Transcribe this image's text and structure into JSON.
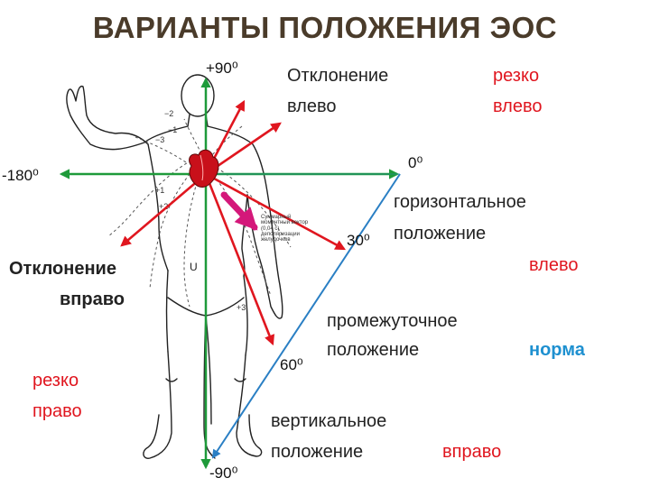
{
  "title": "ВАРИАНТЫ ПОЛОЖЕНИЯ ЭОС",
  "angles": {
    "plus90": "+90⁰",
    "zero": "0⁰",
    "minus180": "-180⁰",
    "plus30": "30⁰",
    "plus60": "60⁰",
    "minus90": "-90⁰"
  },
  "labels": {
    "left_deviation_l1": "Отклонение",
    "left_deviation_l2": "влево",
    "sharp_left_l1": "резко",
    "sharp_left_l2": "влево",
    "horizontal_l1": "горизонтальное",
    "horizontal_l2": "положение",
    "horizontal_tag": "влево",
    "right_deviation_l1": "Отклонение",
    "right_deviation_l2": "вправо",
    "sharp_right_l1": "резко",
    "sharp_right_l2": "право",
    "intermediate_l1": "промежуточное",
    "intermediate_l2": "положение",
    "intermediate_tag": "норма",
    "vertical_l1": "вертикальное",
    "vertical_l2": "положение",
    "vertical_tag": "вправо"
  },
  "figure_text": {
    "vector_l1": "Суммарный",
    "vector_l2": "моментный вектор",
    "vector_l3": "(0,04 с)",
    "vector_l4": "деполяризации",
    "vector_l5": "желудочков",
    "iso_minus2": "−2",
    "iso_minus1": "−1",
    "iso_minus3": "−3",
    "iso_plus1": "+1",
    "iso_plus2": "+2",
    "iso_plus3": "+3",
    "groin_mark": "U"
  },
  "colors": {
    "title": "#4a3b2a",
    "red": "#e0161f",
    "green": "#1e9a3a",
    "blue": "#2a7fc4",
    "norm": "#1e90d0",
    "text": "#222222",
    "body_line": "#222222",
    "heart": "#c8101a",
    "vector_arrow": "#d4187a"
  }
}
